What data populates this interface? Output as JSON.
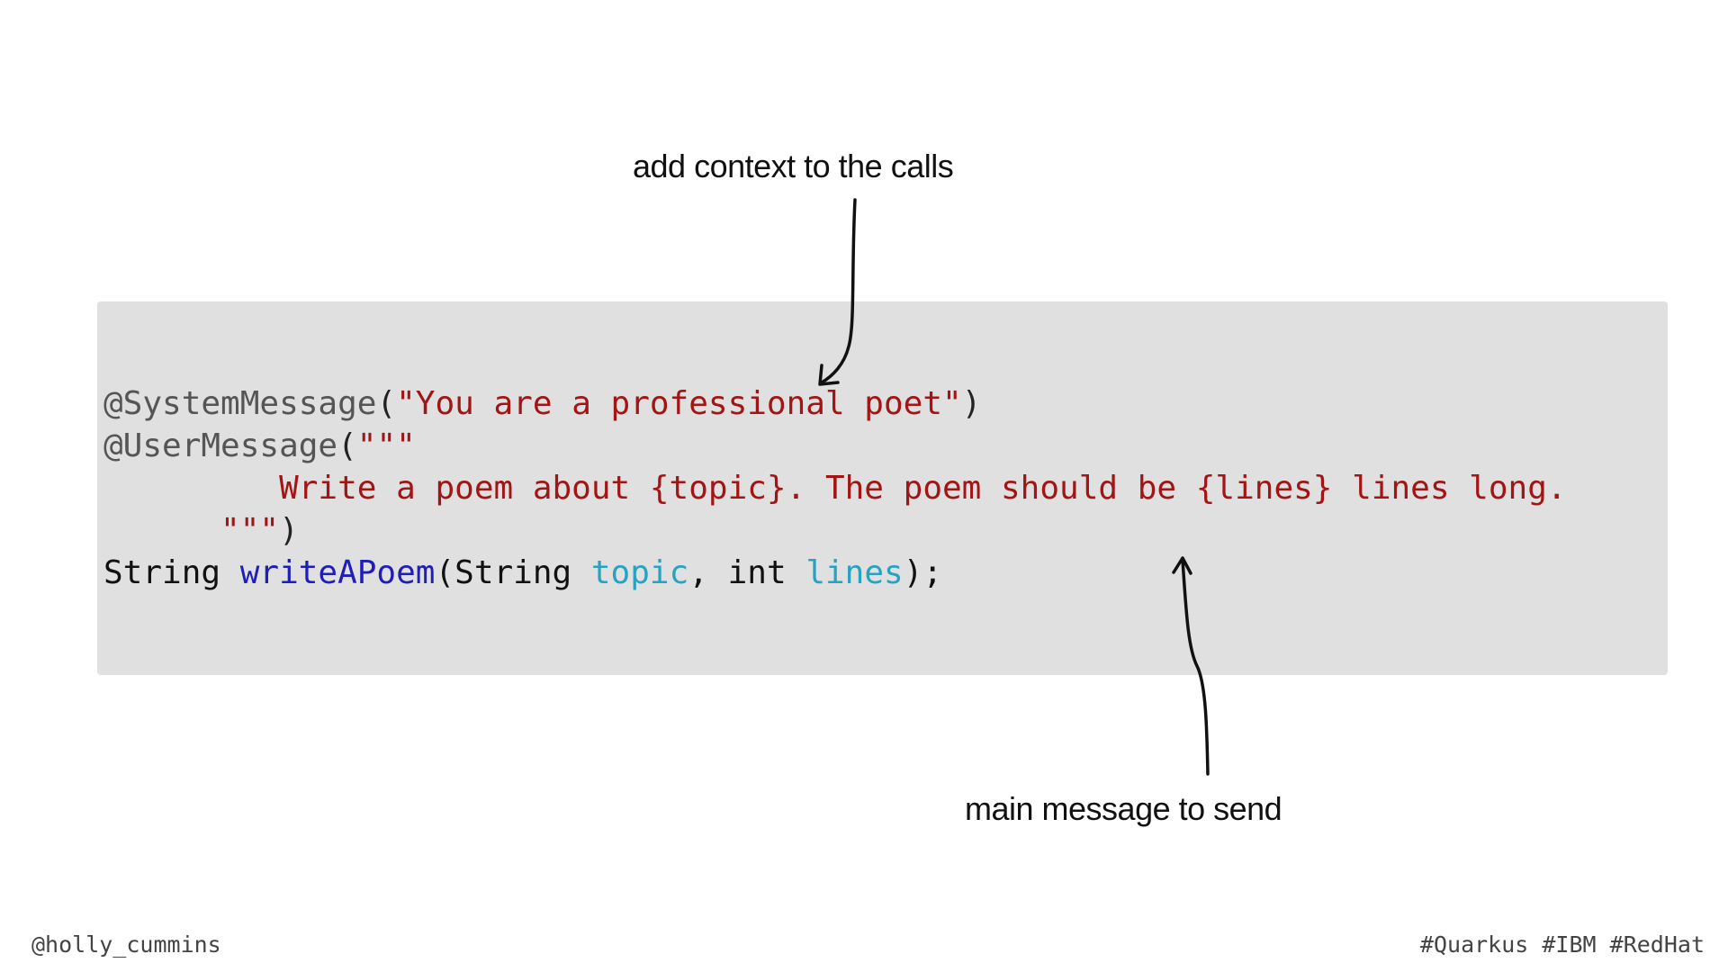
{
  "annotations": {
    "top": "add context to the calls",
    "bottom": "main message to send"
  },
  "code": {
    "line1": {
      "annotation": "@SystemMessage",
      "open": "(",
      "string": "\"You are a professional poet\"",
      "close": ")"
    },
    "line2": {
      "annotation": "@UserMessage",
      "open": "(",
      "string": "\"\"\""
    },
    "line3": {
      "indent": "         ",
      "string": "Write a poem about {topic}. The poem should be {lines} lines long."
    },
    "line4": {
      "indent": "      ",
      "string": "\"\"\"",
      "close": ")"
    },
    "line5": {
      "return_type": "String ",
      "method": "writeAPoem",
      "open": "(",
      "param1_type": "String ",
      "param1_name": "topic",
      "sep": ", ",
      "param2_type": "int ",
      "param2_name": "lines",
      "close": ");"
    }
  },
  "footer": {
    "left": "@holly_cummins",
    "right": "#Quarkus #IBM #RedHat"
  },
  "icons": {
    "top_arrow": "arrow-down-icon",
    "bottom_arrow": "arrow-up-icon"
  },
  "colors": {
    "code_background": "#e0e0e0",
    "string": "#a31515",
    "method": "#1f1fb8",
    "param": "#27a3c2",
    "annotation": "#555555"
  }
}
